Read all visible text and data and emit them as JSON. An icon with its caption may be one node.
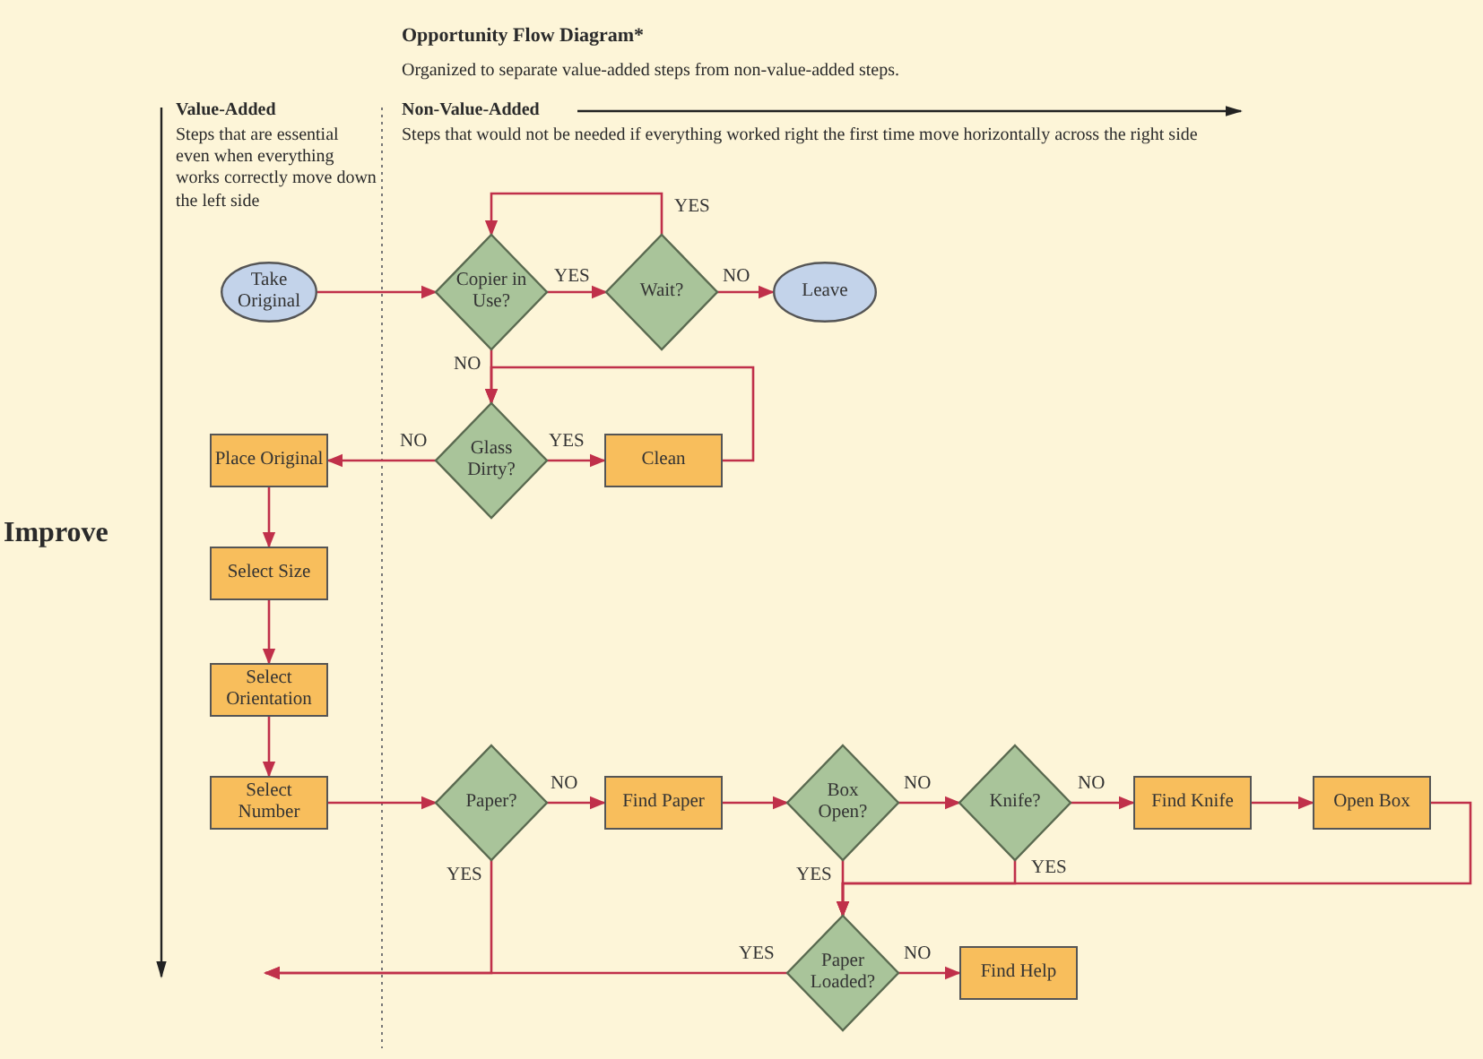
{
  "diagram": {
    "title": "Opportunity Flow Diagram*",
    "nodes": [
      {
        "text": [
          "Take Original"
        ]
      },
      {
        "text": [
          "Copier in Use?"
        ]
      },
      {
        "text": [
          "Wait?"
        ]
      },
      {
        "text": [
          "Leave"
        ]
      },
      {
        "text": [
          "Glass Dirty?"
        ]
      },
      {
        "text": [
          "Clean"
        ]
      },
      {
        "text": [
          "Place Original"
        ]
      },
      {
        "text": [
          "Select Size"
        ]
      },
      {
        "text": [
          "Select Orientation"
        ]
      },
      {
        "text": [
          "Select Number"
        ]
      },
      {
        "text": [
          "Paper?"
        ]
      },
      {
        "text": [
          "Find Paper"
        ]
      },
      {
        "text": [
          "Box Open?"
        ]
      },
      {
        "text": [
          "Knife?"
        ]
      },
      {
        "text": [
          "Find Knife"
        ]
      },
      {
        "text": [
          "Open Box"
        ]
      },
      {
        "text": [
          "Paper Loaded?"
        ]
      },
      {
        "text": [
          "Find Help"
        ]
      }
    ],
    "edges": [
      {
        "from": 0,
        "to": 1,
        "arrow": "to"
      },
      {
        "from": 1,
        "to": 2,
        "arrow": "to",
        "label": "YES"
      },
      {
        "from": 2,
        "to": 1,
        "arrow": "to",
        "label": "YES"
      },
      {
        "from": 2,
        "to": 3,
        "arrow": "to",
        "label": "NO"
      },
      {
        "from": 1,
        "to": 4,
        "arrow": "to",
        "label": "NO"
      },
      {
        "from": 4,
        "to": 5,
        "arrow": "to",
        "label": "YES"
      },
      {
        "from": 5,
        "to": 4,
        "arrow": "to"
      },
      {
        "from": 4,
        "to": 6,
        "arrow": "to",
        "label": "NO"
      },
      {
        "from": 6,
        "to": 7,
        "arrow": "to"
      },
      {
        "from": 7,
        "to": 8,
        "arrow": "to"
      },
      {
        "from": 8,
        "to": 9,
        "arrow": "to"
      },
      {
        "from": 9,
        "to": 10,
        "arrow": "to"
      },
      {
        "from": 10,
        "to": 11,
        "arrow": "to",
        "label": "NO"
      },
      {
        "from": 11,
        "to": 12,
        "arrow": "to"
      },
      {
        "from": 12,
        "to": 13,
        "arrow": "to",
        "label": "NO"
      },
      {
        "from": 13,
        "to": 14,
        "arrow": "to",
        "label": "NO"
      },
      {
        "from": 14,
        "to": 15,
        "arrow": "to"
      },
      {
        "from": 15,
        "to": 16,
        "arrow": "to"
      },
      {
        "from": 13,
        "to": 16,
        "arrow": "to",
        "label": "YES"
      },
      {
        "from": 12,
        "to": 16,
        "arrow": "to",
        "label": "YES"
      },
      {
        "from": 10,
        "to": null,
        "arrow": "to",
        "label": "YES"
      },
      {
        "from": 16,
        "to": null,
        "arrow": "to",
        "label": "YES"
      },
      {
        "from": 16,
        "to": 17,
        "arrow": "to",
        "label": "NO"
      }
    ],
    "labels": [
      "Organized to separate value-added steps from non-value-added steps.",
      "Value-Added",
      "Steps that are essential even when everything works correctly move down the left side",
      "Non-Value-Added",
      "Steps that would not be needed if everything worked right the first time move horizontally across the right side",
      "Improve"
    ]
  }
}
